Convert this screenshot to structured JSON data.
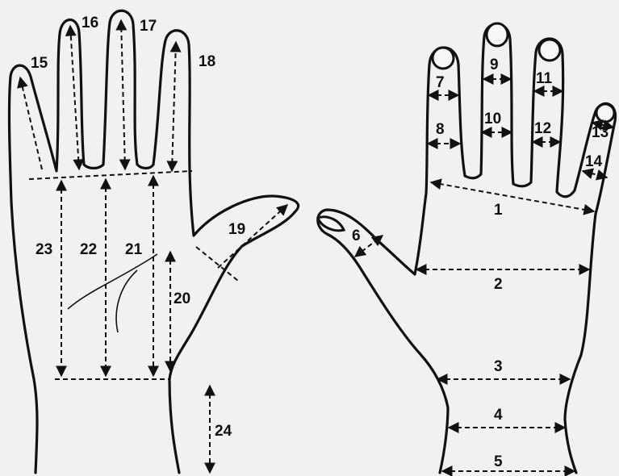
{
  "diagram": {
    "labels": {
      "m1": "1",
      "m2": "2",
      "m3": "3",
      "m4": "4",
      "m5": "5",
      "m6": "6",
      "m7": "7",
      "m8": "8",
      "m9": "9",
      "m10": "10",
      "m11": "11",
      "m12": "12",
      "m13": "13",
      "m14": "14",
      "m15": "15",
      "m16": "16",
      "m17": "17",
      "m18": "18",
      "m19": "19",
      "m20": "20",
      "m21": "21",
      "m22": "22",
      "m23": "23",
      "m24": "24"
    },
    "colors": {
      "background": "#f1f0f3",
      "ink": "#111111"
    }
  }
}
